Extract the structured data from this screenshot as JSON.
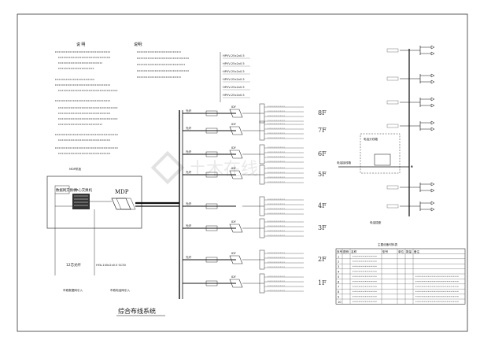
{
  "notes": {
    "header": "说 明",
    "right_header": "说明:"
  },
  "title": "综合布线系统",
  "floors": [
    "8F",
    "7F",
    "6F",
    "5F",
    "4F",
    "3F",
    "2F",
    "1F"
  ],
  "mdp": {
    "label": "MDP",
    "switch_label": "数据网交换机",
    "center_label": "中心交换机",
    "cable_upper": "12芯光纤",
    "cable_lower": "HYA-100x2x0.5 SC50",
    "from_left": "市政数据网引入",
    "from_right": "市政电话网引入"
  },
  "cable_specs": [
    "HPVV-25x2x0.5",
    "HPVV-25x2x0.5",
    "HPVV-25x2x0.5",
    "HPVV-25x2x0.5",
    "HPVV-25x2x0.5",
    "HPVV-25x2x0.5"
  ],
  "riser": {
    "left_labels": [
      "光纤",
      "光纤",
      "光纤",
      "光纤",
      "光纤",
      "光纤",
      "光纤"
    ],
    "idf": "IDF",
    "cross": "交叉"
  },
  "right_diagram": {
    "entry_label": "电话接线箱",
    "box_label": "电话分线箱",
    "outlet": "电话插座"
  },
  "legend": {
    "title": "主要设备材料表",
    "columns": [
      "序号",
      "图例",
      "名称",
      "型号",
      "单位",
      "数量",
      "备注"
    ],
    "rows": [
      [
        "1",
        "",
        "",
        "",
        "",
        "",
        ""
      ],
      [
        "2",
        "",
        "",
        "",
        "",
        "",
        ""
      ],
      [
        "3",
        "",
        "",
        "",
        "",
        "",
        ""
      ],
      [
        "4",
        "",
        "",
        "",
        "",
        "",
        ""
      ],
      [
        "5",
        "",
        "",
        "",
        "",
        "",
        ""
      ],
      [
        "6",
        "",
        "",
        "",
        "",
        "",
        ""
      ],
      [
        "7",
        "",
        "",
        "",
        "",
        "",
        ""
      ],
      [
        "8",
        "",
        "",
        "",
        "",
        "",
        ""
      ],
      [
        "9",
        "",
        "",
        "",
        "",
        "",
        ""
      ],
      [
        "10",
        "",
        "",
        "",
        "",
        "",
        ""
      ]
    ]
  },
  "watermark": "土木在线"
}
